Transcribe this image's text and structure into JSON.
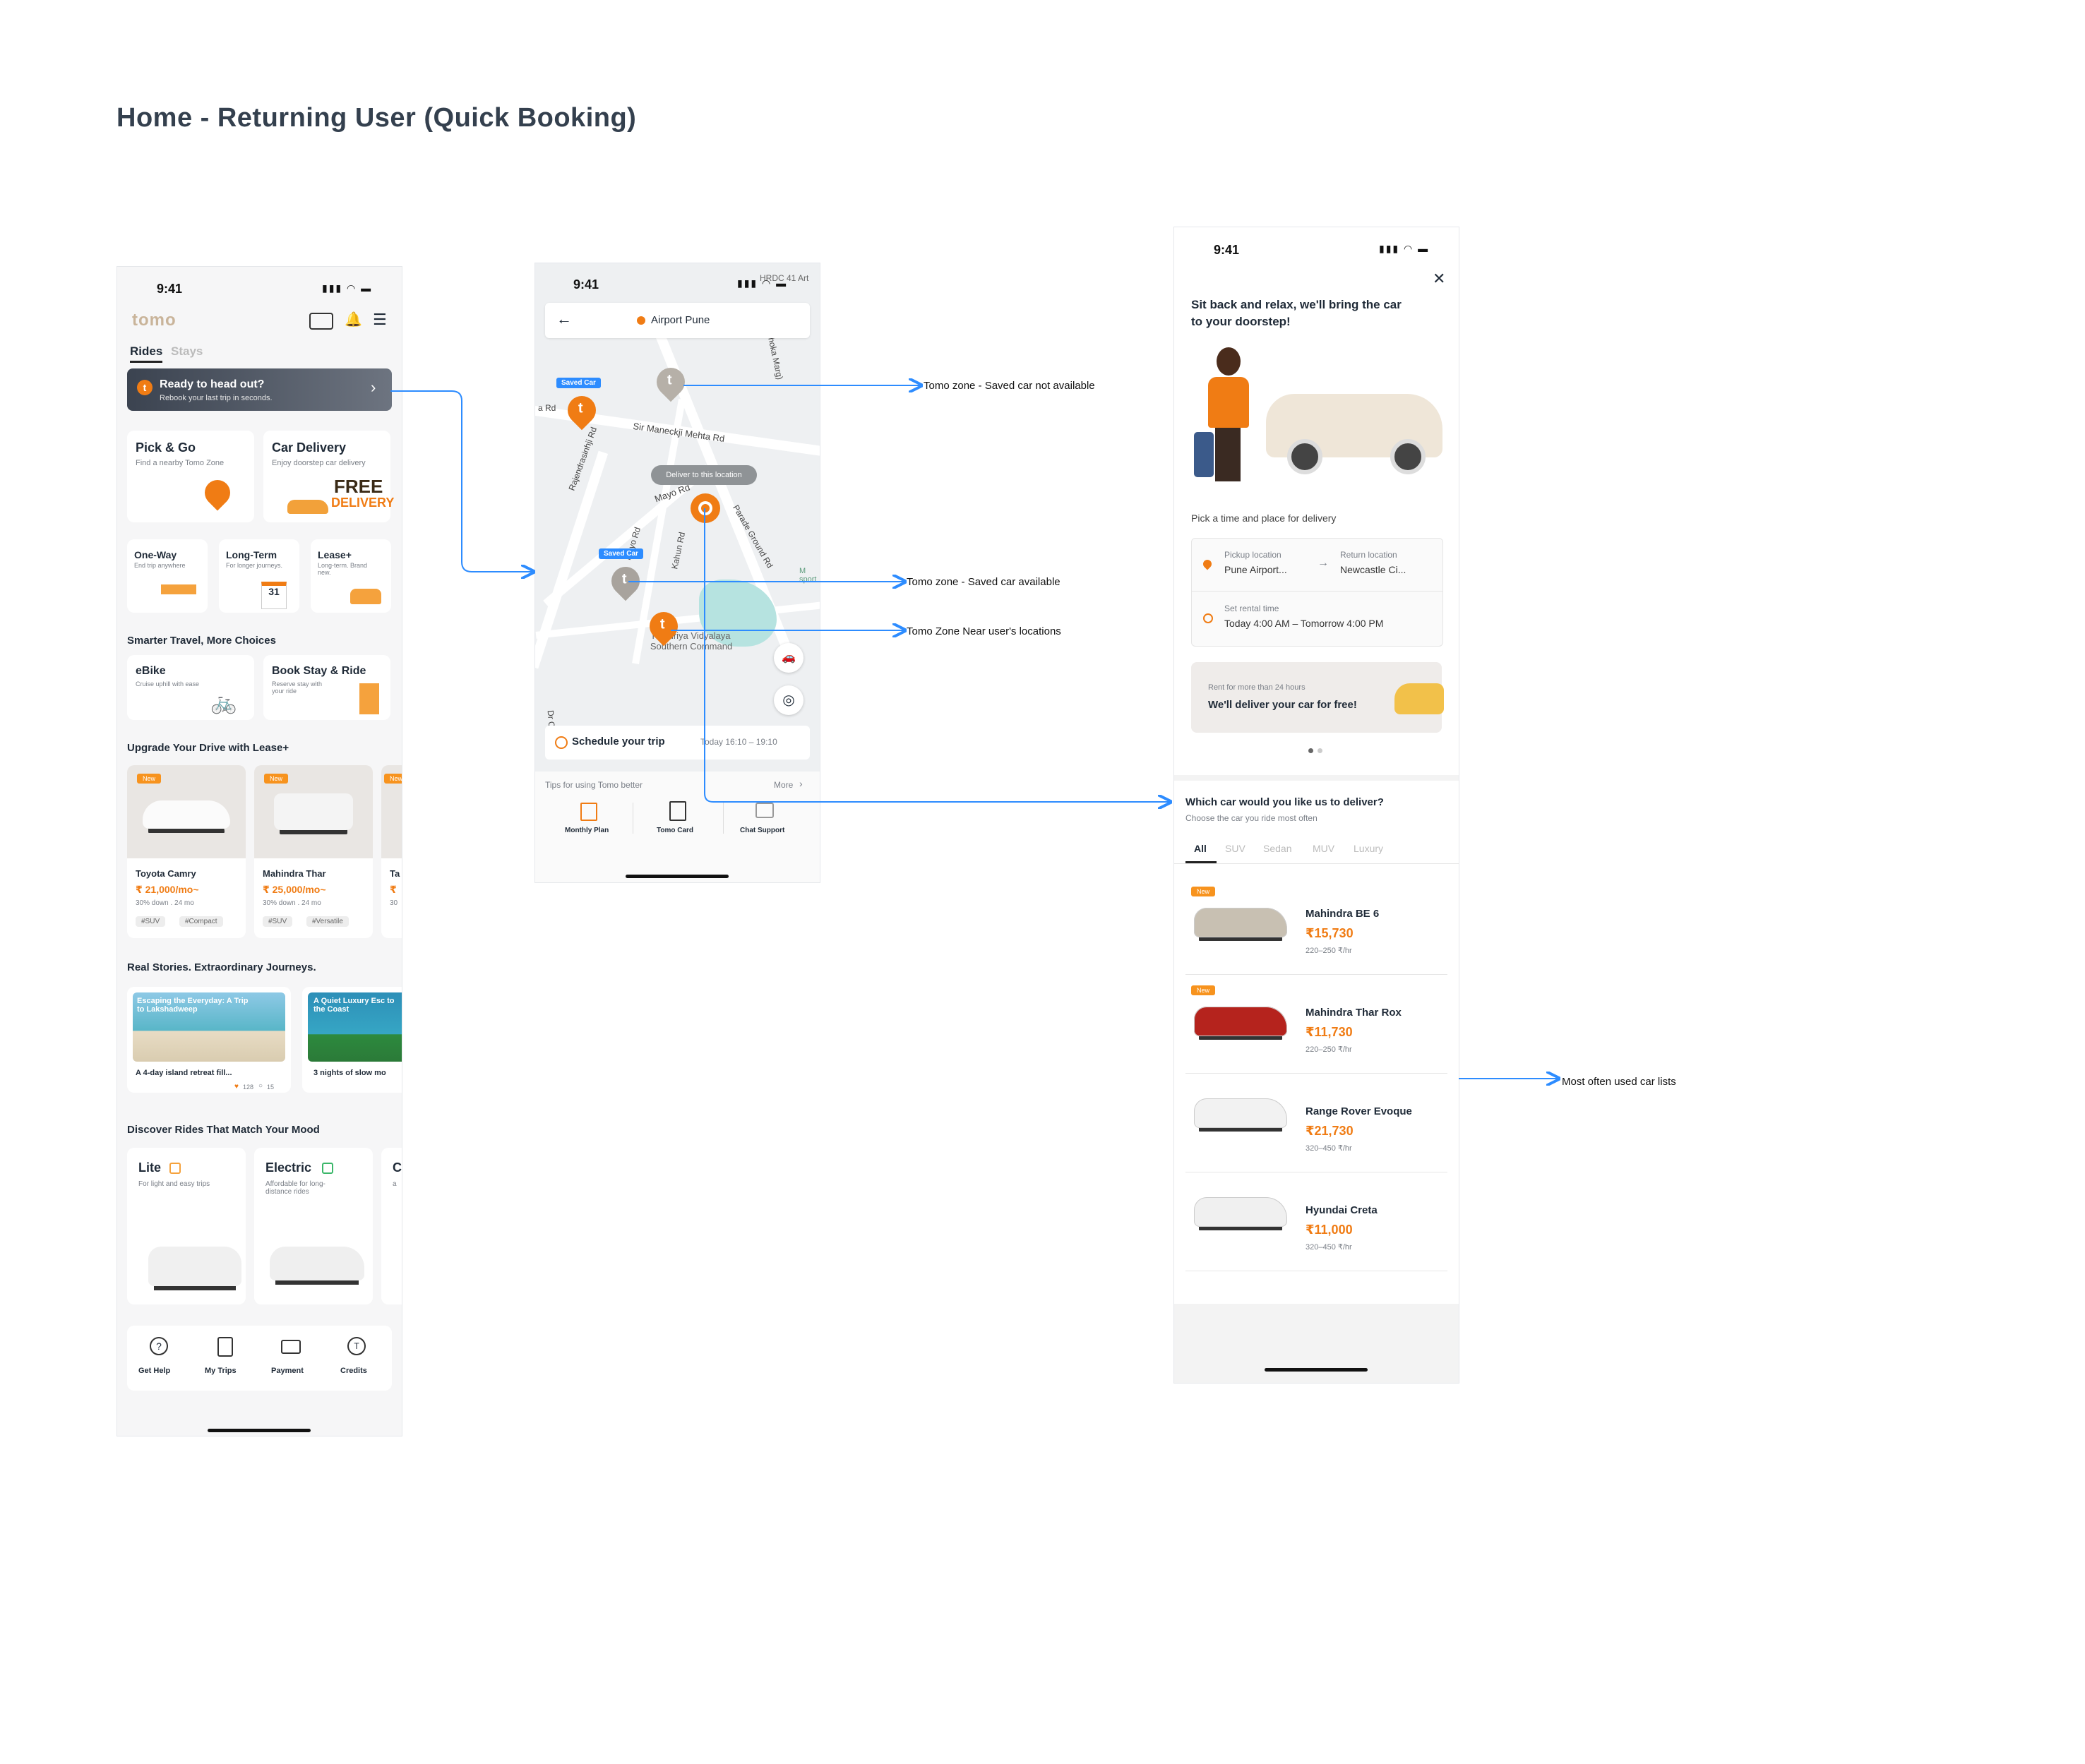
{
  "page_title": "Home - Returning User (Quick Booking)",
  "annotations": {
    "a1": "Tomo zone - Saved car not available",
    "a2": "Tomo zone - Saved car available",
    "a3": "Tomo Zone Near user's locations",
    "a4": "Most often used car lists"
  },
  "screen1": {
    "status_time": "9:41",
    "logo": "tomo",
    "tabs": [
      "Rides",
      "Stays"
    ],
    "banner": {
      "title": "Ready to head out?",
      "subtitle": "Rebook your last trip in seconds."
    },
    "pickgo": {
      "title": "Pick & Go",
      "subtitle": "Find a nearby Tomo Zone"
    },
    "delivery": {
      "title": "Car Delivery",
      "subtitle": "Enjoy doorstep car delivery",
      "badge_1": "FREE",
      "badge_2": "DELIVERY"
    },
    "oneway": {
      "title": "One-Way",
      "subtitle": "End trip anywhere"
    },
    "longterm": {
      "title": "Long-Term",
      "subtitle": "For longer journeys.",
      "cal": "31"
    },
    "lease": {
      "title": "Lease+",
      "subtitle": "Long-term. Brand new."
    },
    "smarter_heading": "Smarter Travel, More Choices",
    "ebike": {
      "title": "eBike",
      "subtitle": "Cruise uphill with ease"
    },
    "stayride": {
      "title": "Book Stay & Ride",
      "subtitle": "Reserve stay with your ride"
    },
    "upgrade_heading": "Upgrade Your Drive with Lease+",
    "lease_cars": [
      {
        "badge": "New",
        "name": "Toyota Camry",
        "price": "₹ 21,000/mo~",
        "terms": "30% down . 24 mo",
        "tag1": "#SUV",
        "tag2": "#Compact"
      },
      {
        "badge": "New",
        "name": "Mahindra Thar",
        "price": "₹ 25,000/mo~",
        "terms": "30% down . 24 mo",
        "tag1": "#SUV",
        "tag2": "#Versatile"
      },
      {
        "badge": "New",
        "name": "Ta",
        "price": "₹",
        "terms": "30",
        "tag1": "",
        "tag2": ""
      }
    ],
    "stories_heading": "Real Stories. Extraordinary Journeys.",
    "stories": [
      {
        "overlay": "Escaping the Everyday: A Trip to Lakshadweep",
        "caption": "A 4-day island retreat fill...",
        "likes": "128",
        "comments": "15"
      },
      {
        "overlay": "A Quiet Luxury Esc to the Coast",
        "caption": "3 nights of slow mo"
      }
    ],
    "mood_heading": "Discover Rides That Match Your Mood",
    "moods": [
      {
        "title": "Lite",
        "subtitle": "For light and easy trips"
      },
      {
        "title": "Electric",
        "subtitle": "Affordable for long-distance rides"
      },
      {
        "title": "C",
        "subtitle": "a"
      }
    ],
    "bottom_nav": [
      "Get Help",
      "My Trips",
      "Payment",
      "Credits"
    ]
  },
  "screen2": {
    "status_time": "9:41",
    "search": "Airport Pune",
    "map_labels": {
      "road1": "Sir Maneckji Mehta Rd",
      "road2": "Mayo Rd",
      "road3": "Parade Ground Rd",
      "road4": "Rajendrasinhji Rd",
      "road5": "Kahun Rd",
      "road6": "Dr Coyaji Rd",
      "road7": "Rd (Ashoka Marg)",
      "poi": "Kendriya Vidyalaya Southern Command",
      "hrdc": "HRDC 41 Art",
      "road8": "a Rd",
      "road9": "Mayo Rd",
      "sport": "M sport"
    },
    "saved_car_1": "Saved Car",
    "saved_car_2": "Saved Car",
    "deliver_chip": "Deliver to this location",
    "schedule": {
      "label": "Schedule your trip",
      "time": "Today 16:10 – 19:10"
    },
    "tips": {
      "title": "Tips for using Tomo better",
      "more": "More"
    },
    "tip_items": [
      "Monthly Plan",
      "Tomo Card",
      "Chat Support"
    ]
  },
  "screen3": {
    "status_time": "9:41",
    "headline": "Sit back and relax, we'll bring the car to your doorstep!",
    "pick_label": "Pick a time and place for delivery",
    "pickup": {
      "label": "Pickup location",
      "value": "Pune Airport..."
    },
    "return": {
      "label": "Return location",
      "value": "Newcastle Ci..."
    },
    "rental": {
      "label": "Set rental time",
      "value": "Today 4:00 AM – Tomorrow 4:00 PM"
    },
    "promo": {
      "small": "Rent for more than 24 hours",
      "big": "We'll deliver your car for free!"
    },
    "which_heading": "Which car would you like us to deliver?",
    "which_sub": "Choose the car you ride most often",
    "filters": [
      "All",
      "SUV",
      "Sedan",
      "MUV",
      "Luxury"
    ],
    "cars": [
      {
        "badge": "New",
        "name": "Mahindra BE 6",
        "price": "₹15,730",
        "range": "220–250 ₹/hr",
        "color": "#c8c0b2"
      },
      {
        "badge": "New",
        "name": "Mahindra Thar Rox",
        "price": "₹11,730",
        "range": "220–250 ₹/hr",
        "color": "#b5231d"
      },
      {
        "badge": "",
        "name": "Range Rover Evoque",
        "price": "₹21,730",
        "range": "320–450 ₹/hr",
        "color": "#f2f2f2"
      },
      {
        "badge": "",
        "name": "Hyundai Creta",
        "price": "₹11,000",
        "range": "320–450 ₹/hr",
        "color": "#f0f0f0"
      }
    ]
  },
  "colors": {
    "accent": "#f07c14",
    "link": "#2d8cff",
    "banner": "#3e4650"
  }
}
